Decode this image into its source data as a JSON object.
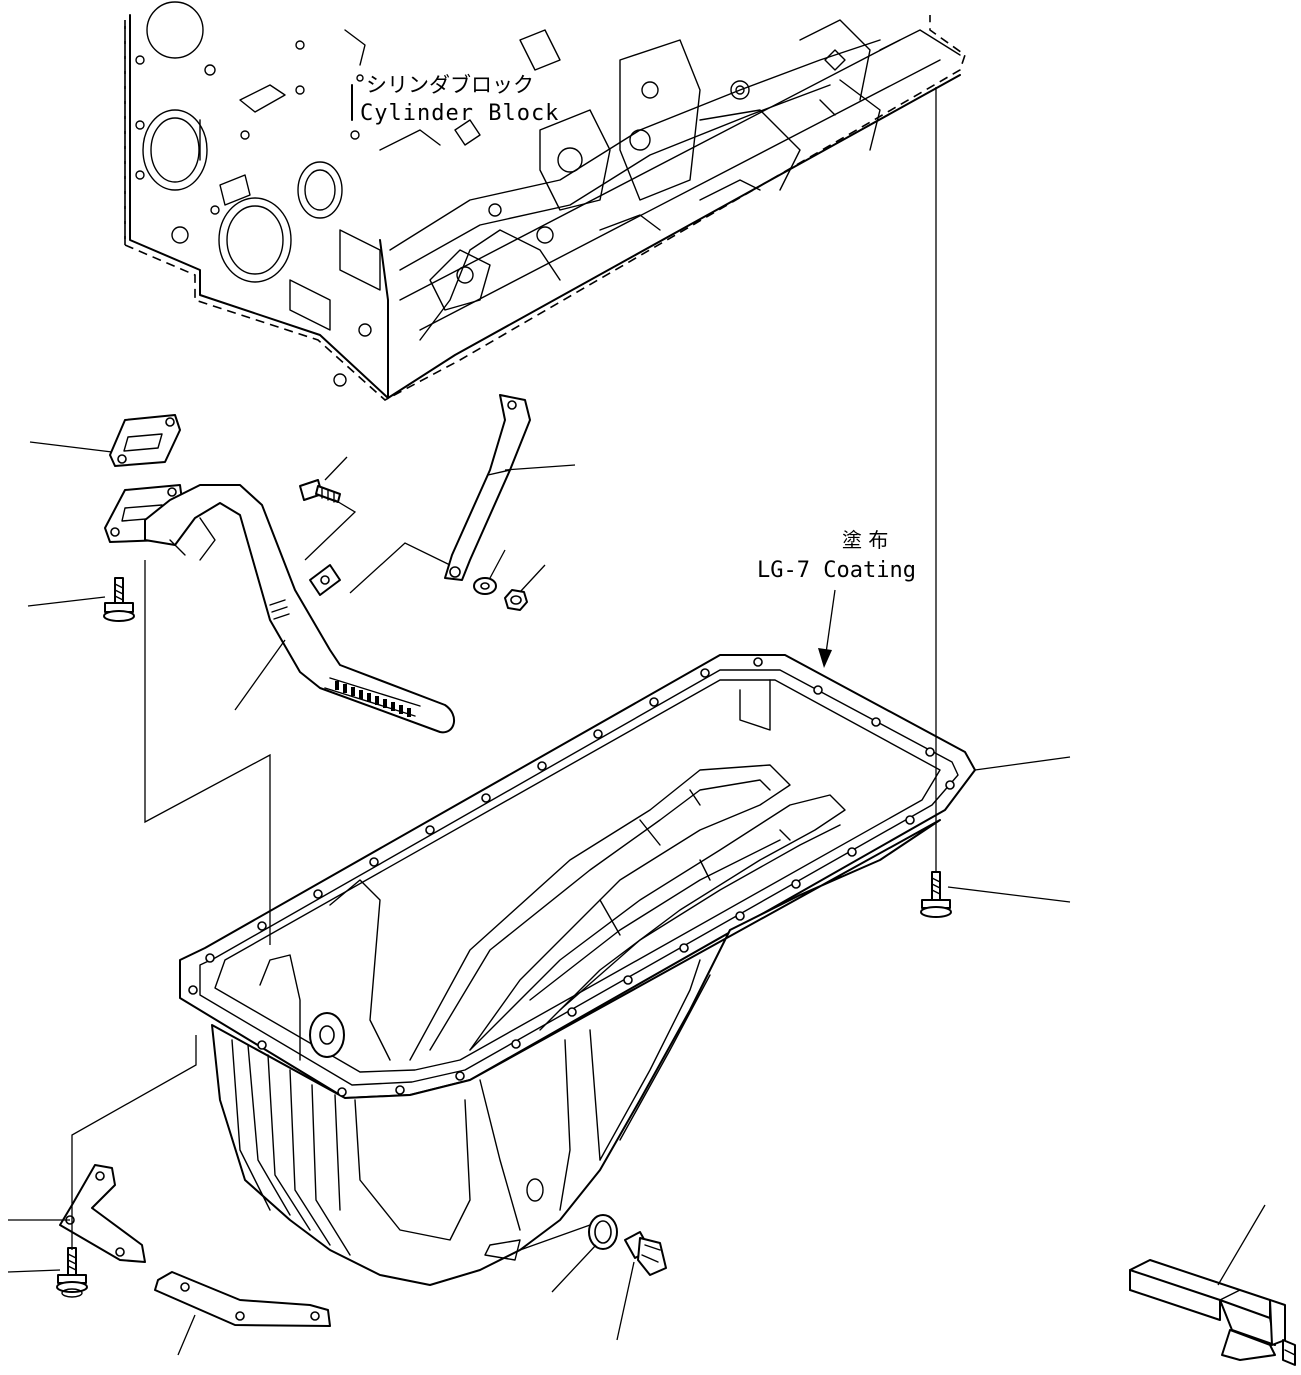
{
  "labels": {
    "cylinder_block_jp": "シリンダブロック",
    "cylinder_block_en": "Cylinder Block",
    "coating_jp": "塗 布",
    "coating_en": "LG-7 Coating"
  }
}
